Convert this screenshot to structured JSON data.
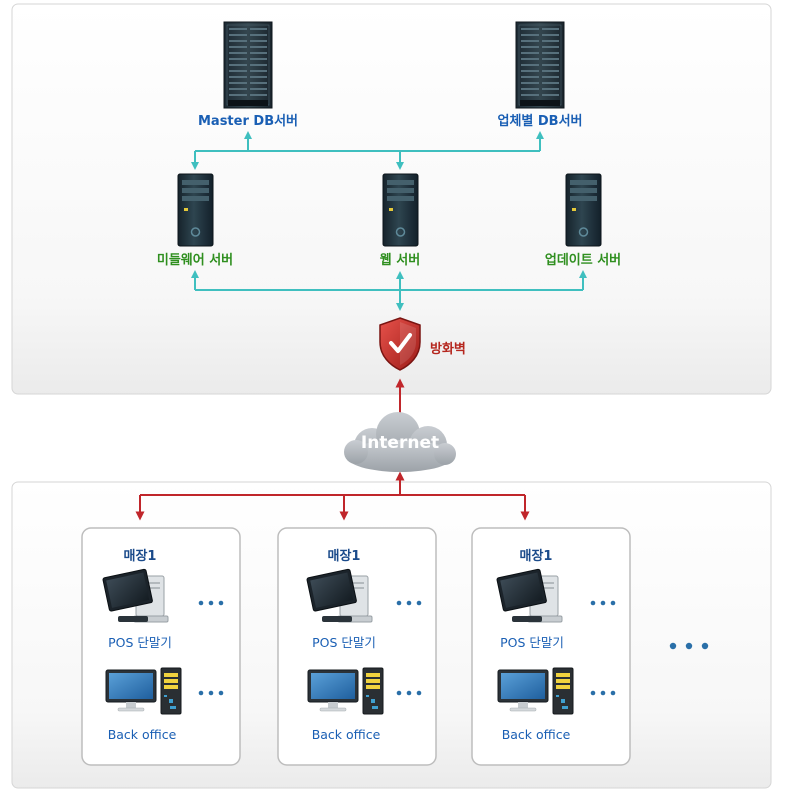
{
  "servers": {
    "master_db": "Master DB서버",
    "vendor_db": "업체별 DB서버",
    "middleware": "미들웨어 서버",
    "web": "웹 서버",
    "update": "업데이트 서버"
  },
  "firewall": {
    "label": "방화벽",
    "icon": "shield-check-icon"
  },
  "internet": {
    "label": "Internet",
    "icon": "cloud-icon"
  },
  "stores": [
    {
      "name": "매장1",
      "pos_label": "POS 단말기",
      "office_label": "Back office"
    },
    {
      "name": "매장1",
      "pos_label": "POS 단말기",
      "office_label": "Back office"
    },
    {
      "name": "매장1",
      "pos_label": "POS 단말기",
      "office_label": "Back office"
    }
  ],
  "colors": {
    "server_link": "#3fbfbf",
    "internet_link": "#c0262b",
    "label_blue": "#1a5fb4",
    "label_green": "#2f8f1f",
    "label_red": "#b5261e"
  }
}
